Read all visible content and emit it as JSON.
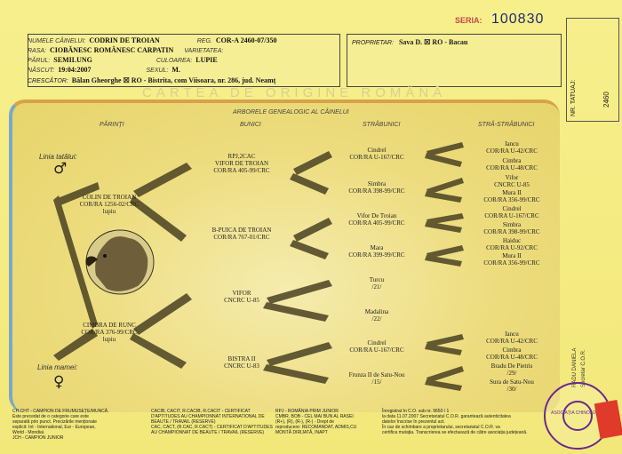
{
  "serial": {
    "label": "SERIA:",
    "number": "100830"
  },
  "header": {
    "name_label": "NUMELE CÂINELUI:",
    "name": "CODRIN DE TROIAN",
    "reg_label": "REG.",
    "reg": "COR-A 2460-07/350",
    "breed_label": "RASA:",
    "breed": "CIOBĂNESC ROMÂNESC CARPATIN",
    "variety_label": "VARIETATEA:",
    "coat_label": "PĂRUL:",
    "coat": "SEMILUNG",
    "color_label": "CULOAREA:",
    "color": "LUPIE",
    "born_label": "NĂSCUT:",
    "born": "19:04:2007",
    "sex_label": "SEXUL:",
    "sex": "M.",
    "breeder_label": "CRESCĂTOR:",
    "breeder": "Bălan Gheorghe ☒ RO - Bistrita, com Viisoara, nr. 286, jud. Neamț"
  },
  "owner": {
    "label": "PROPRIETAR:",
    "value": "Sava D. ☒ RO - Bacau"
  },
  "watermark": "CARTEA DE ORIGINE ROMÂNĂ",
  "side": {
    "nr_label": "NR. TATUAJ:",
    "nr": "2460"
  },
  "tree": {
    "title": "ARBORELE GENEALOGIC AL CÂINELUI",
    "headers": [
      "PĂRINȚI",
      "BUNICI",
      "STRĂBUNICI",
      "STRĂ-STRĂBUNICI"
    ],
    "father_line": "Linia tatălui:",
    "mother_line": "Linia mamei:",
    "parents": [
      {
        "l1": "COLIN DE TROIAN",
        "l2": "COR/RA 1256-02/CRC",
        "l3": "lupiu"
      },
      {
        "l1": "CIMBRA DE RUNC",
        "l2": "COR/RA 376-99/CRC",
        "l3": "lupiu"
      }
    ],
    "grandparents": [
      {
        "l1": "RPJ,2CAC",
        "l2": "VIFOR DE TROIAN",
        "l3": "COR/RA 405-99/CRC"
      },
      {
        "l1": "B-PUICA DE TROIAN",
        "l2": "COR/RA 767-01/CRC",
        "l3": ""
      },
      {
        "l1": "VIFOR",
        "l2": "CNCRC U-85",
        "l3": ""
      },
      {
        "l1": "BISTRA II",
        "l2": "CNCRC U-83",
        "l3": ""
      }
    ],
    "great": [
      {
        "l1": "Cindrel",
        "l2": "COR/RA U-167/CRC"
      },
      {
        "l1": "Simbra",
        "l2": "COR/RA 398-99/CRC"
      },
      {
        "l1": "Vifor De Troian",
        "l2": "COR/RA 405-99/CRC"
      },
      {
        "l1": "Mara",
        "l2": "COR/RA 399-99/CRC"
      },
      {
        "l1": "Turcu",
        "l2": "/21/"
      },
      {
        "l1": "Madalina",
        "l2": "/22/"
      },
      {
        "l1": "Cindrel",
        "l2": "COR/RA U-167/CRC"
      },
      {
        "l1": "Frunza II de Satu-Nou",
        "l2": "/15/"
      }
    ],
    "ggreat": [
      {
        "l1": "Iancu",
        "l2": "COR/RA U-42/CRC"
      },
      {
        "l1": "Cimbra",
        "l2": "COR/RA U-48/CRC"
      },
      {
        "l1": "Vifor",
        "l2": "CNCRC U-85"
      },
      {
        "l1": "Mura II",
        "l2": "COR/RA 356-99/CRC"
      },
      {
        "l1": "Cindrel",
        "l2": "COR/RA U-167/CRC"
      },
      {
        "l1": "Simbra",
        "l2": "COR/RA 398-99/CRC"
      },
      {
        "l1": "Haiduc",
        "l2": "COR/RA U-92/CRC"
      },
      {
        "l1": "Mura II",
        "l2": "COR/RA 356-99/CRC"
      },
      {
        "l1": "Iancu",
        "l2": "COR/RA U-42/CRC"
      },
      {
        "l1": "Cimbra",
        "l2": "COR/RA U-48/CRC"
      },
      {
        "l1": "Bradu De Pietris",
        "l2": "/29/"
      },
      {
        "l1": "Sura de Satu-Nou",
        "l2": "/30/"
      }
    ]
  },
  "signature": {
    "l1": "RADU DANIELA",
    "l2": "Secretar C.O.R."
  },
  "footer": {
    "left": [
      "CH.CHT - CAMPION DE FRUMUSEȚE/MUNCĂ.",
      "Este precedat de o categorie care este",
      "separată prin punct. Precizările menționate",
      "explicit: Int - International, Eur - European,",
      "World - Mondial.",
      "JCH - CAMPION JUNIOR"
    ],
    "mid1": [
      "CACIB, CACIT, R.CACIB, R.CACIT - CERTIFICAT",
      "D'APTITUDES AU CHAMPIONNAT INTERNATIONAL DE",
      "BEAUTE / TRAVAIL (RESERVE)",
      "CAC, CACT, (R.CAC, R.CACT) - CERTIFICAT D'APTITUDES",
      "AU CHAMPIONNAT DE BEAUTE / TRAVAIL (RESERVE)"
    ],
    "mid2": [
      "RPJ - ROMÂNIA PRIM JUNIOR",
      "CMBR, BOB - CEL MAI BUN AL RASEI",
      "(R+), (R), (R-), (R-) - Drept de",
      "reproducere: RECOMANDAT, ADMIS,CU",
      "MONTĂ DIRIJATĂ, INAPT"
    ],
    "right": [
      "Înregistrat în C.O. sub nr. 9650 / 1",
      "la data 11.07.2007 Secretariatul C.O.R. garantează autenticitatea",
      "datelor înscrise în prezentul act.",
      "În caz de schimbare a proprietarului, secretariatul C.O.R. va",
      "certifica mutația. Transcrierea se efectuează de către asociația județeană."
    ]
  },
  "seal": {
    "text": "ASOCIAȚIA CHINOLOGICĂ"
  },
  "colors": {
    "paper": "#f3eb84",
    "seal": "#6a2a8a",
    "stamp": "#e03a2a"
  }
}
